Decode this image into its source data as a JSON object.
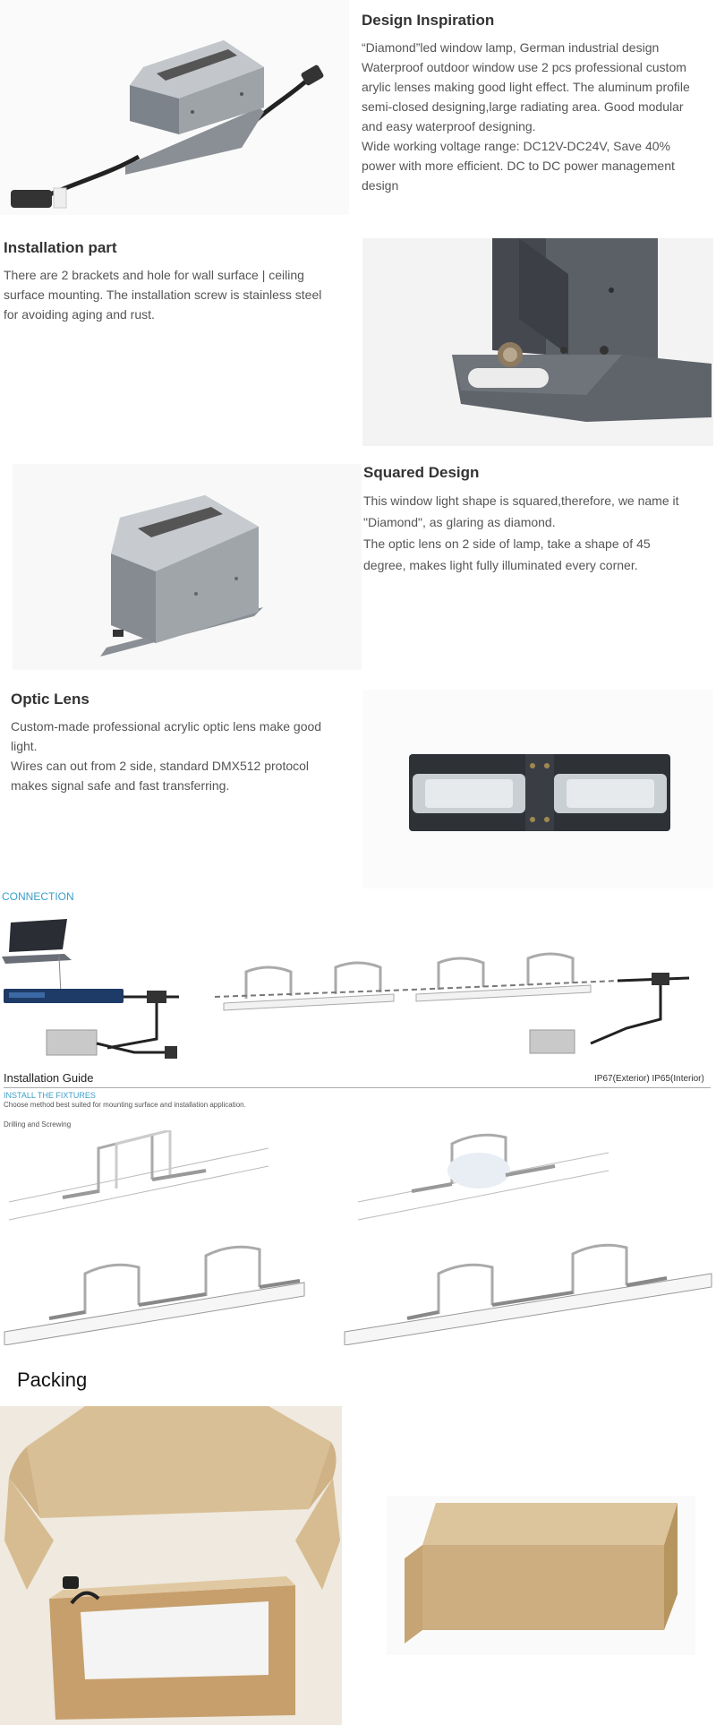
{
  "design": {
    "title": "Design Inspiration",
    "lines": [
      "“Diamond”led window lamp, German industrial design",
      "Waterproof outdoor window use 2 pcs professional custom",
      "arylic lenses making good light effect. The aluminum profile",
      "semi-closed designing,large radiating area. Good modular",
      "and easy waterproof designing.",
      "Wide working voltage range: DC12V-DC24V, Save 40%",
      "power with more efficient. DC to DC power management",
      "design"
    ]
  },
  "installation": {
    "title": "Installation part",
    "lines": [
      "There are 2 brackets and hole for wall surface | ceiling",
      "surface mounting. The installation screw is stainless steel",
      "for avoiding aging and rust."
    ]
  },
  "squared": {
    "title": "Squared Design",
    "lines": [
      "This window light shape is squared,therefore, we name it",
      "\"Diamond\", as glaring as diamond.",
      "The optic lens on 2 side of lamp, take a shape of 45",
      "degree, makes light fully illuminated every corner."
    ]
  },
  "optic": {
    "title": "Optic Lens",
    "lines": [
      "Custom-made professional acrylic optic lens make good",
      "light.",
      "Wires can out from 2 side, standard DMX512 protocol",
      "makes signal safe and fast transferring."
    ]
  },
  "connection": {
    "label": "CONNECTION"
  },
  "guide": {
    "title": "Installation Guide",
    "rating": "IP67(Exterior) IP65(Interior)",
    "subtitle": "INSTALL THE FIXTURES",
    "subnote": "Choose method best suited for mounting surface and installation application.",
    "method": "Drilling and Screwing"
  },
  "packing": {
    "title": "Packing"
  },
  "colors": {
    "accent": "#3a9fc9",
    "cardboard": "#d2b48c"
  }
}
